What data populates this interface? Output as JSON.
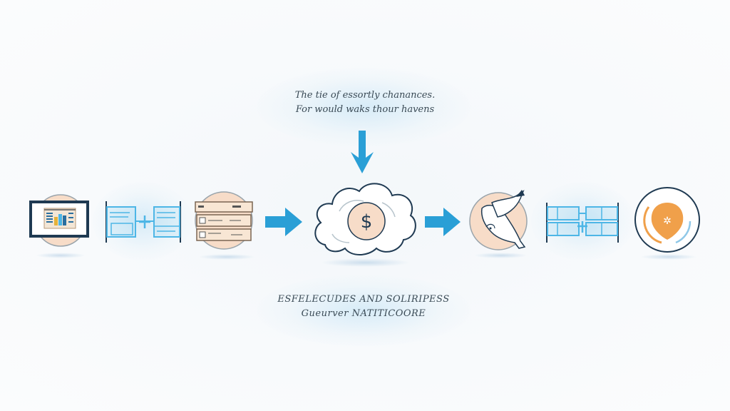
{
  "diagram": {
    "top_caption": {
      "line1": "The tie of essortly chanances.",
      "line2": "For would waks thour havens"
    },
    "bottom_caption": {
      "line1": "ESFELECUDES AND SOLIRIPESS",
      "line2": "Gueurver NATITICOORE"
    },
    "nodes": [
      {
        "id": "monitor-dashboard",
        "icon": "monitor-chart-icon"
      },
      {
        "id": "ledger-left",
        "icon": "ledger-plus-icon"
      },
      {
        "id": "document-stack",
        "icon": "document-stack-icon"
      },
      {
        "id": "cloud-dollar",
        "icon": "cloud-dollar-icon",
        "symbol": "$"
      },
      {
        "id": "feather-bird",
        "icon": "bird-quill-icon"
      },
      {
        "id": "ledger-right",
        "icon": "ledger-plus-icon"
      },
      {
        "id": "orange-coin",
        "icon": "orange-coin-icon"
      }
    ],
    "arrows": [
      {
        "from": "document-stack",
        "to": "cloud-dollar",
        "direction": "right"
      },
      {
        "from": "cloud-dollar",
        "to": "feather-bird",
        "direction": "right"
      },
      {
        "from": "top-caption",
        "to": "cloud-dollar",
        "direction": "down"
      }
    ],
    "colors": {
      "accent_blue": "#2a9fd6",
      "peach": "#f7dcc8",
      "navy": "#1f3a52",
      "orange": "#f0a04a",
      "ledger_blue": "#4db6e6"
    }
  }
}
